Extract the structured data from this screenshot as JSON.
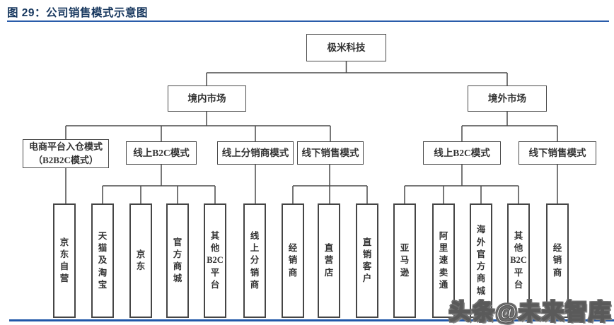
{
  "header": {
    "title": "图 29：公司销售模式示意图"
  },
  "diagram": {
    "root": {
      "label": "极米科技"
    },
    "markets": [
      {
        "label": "境内市场"
      },
      {
        "label": "境外市场"
      }
    ],
    "modes": [
      {
        "label": "电商平台入仓模式\n（B2B2C模式）",
        "parent_market_index": 0
      },
      {
        "label": "线上B2C模式",
        "parent_market_index": 0
      },
      {
        "label": "线上分销商模式",
        "parent_market_index": 0
      },
      {
        "label": "线下销售模式",
        "parent_market_index": 0
      },
      {
        "label": "线上B2C模式",
        "parent_market_index": 1
      },
      {
        "label": "线下销售模式",
        "parent_market_index": 1
      }
    ],
    "channels": [
      {
        "label": "京东自营",
        "parent_mode_index": 0
      },
      {
        "label": "天猫及淘宝",
        "parent_mode_index": 1
      },
      {
        "label": "京东",
        "parent_mode_index": 1
      },
      {
        "label": "官方商城",
        "parent_mode_index": 1
      },
      {
        "label": "其他B2C平台",
        "parent_mode_index": 1
      },
      {
        "label": "线上分销商",
        "parent_mode_index": 2
      },
      {
        "label": "经销商",
        "parent_mode_index": 3
      },
      {
        "label": "直营店",
        "parent_mode_index": 3
      },
      {
        "label": "直销客户",
        "parent_mode_index": 3
      },
      {
        "label": "亚马逊",
        "parent_mode_index": 4
      },
      {
        "label": "阿里速卖通",
        "parent_mode_index": 4
      },
      {
        "label": "海外官方商城",
        "parent_mode_index": 4
      },
      {
        "label": "其他B2C平台",
        "parent_mode_index": 4
      },
      {
        "label": "经销商",
        "parent_mode_index": 5
      }
    ]
  },
  "watermark": {
    "text": "头条@未来智库"
  },
  "colors": {
    "title_text": "#17375E",
    "title_rule": "#2A5CAA",
    "bottom_rule": "#2157A8",
    "box_border": "#4a4a4a",
    "box_text": "#333333"
  }
}
